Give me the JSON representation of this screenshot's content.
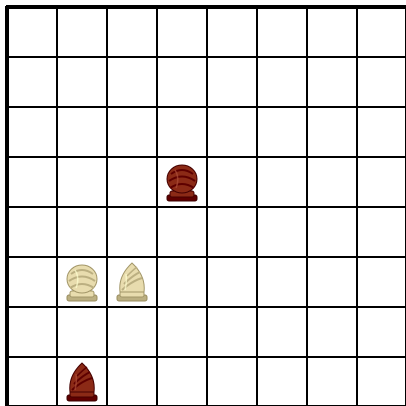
{
  "board": {
    "rows": 8,
    "cols": 8,
    "line_color": "#000000",
    "square_color": "#ffffff",
    "light_piece_color": "#e8dcae",
    "dark_piece_color": "#8b2a16"
  },
  "pieces": [
    {
      "name": "dark-rook",
      "kind": "rook",
      "color": "dark",
      "row": 4,
      "col": 4
    },
    {
      "name": "light-rook",
      "kind": "rook",
      "color": "light",
      "row": 6,
      "col": 2
    },
    {
      "name": "light-bishop",
      "kind": "bishop",
      "color": "light",
      "row": 6,
      "col": 3
    },
    {
      "name": "dark-bishop",
      "kind": "bishop",
      "color": "dark",
      "row": 8,
      "col": 2
    }
  ]
}
